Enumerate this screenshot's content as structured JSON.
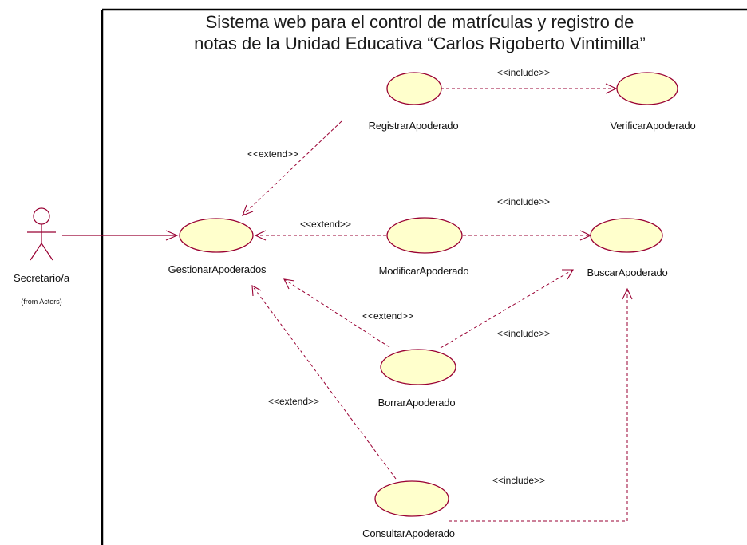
{
  "diagram": {
    "title_line1": "Sistema web para el control de matrículas y registro de",
    "title_line2": "notas de la Unidad Educativa “Carlos Rigoberto Vintimilla”",
    "actor": {
      "name": "Secretario/a",
      "origin": "(from Actors)"
    },
    "use_cases": {
      "gestionar": "GestionarApoderados",
      "registrar": "RegistrarApoderado",
      "verificar": "VerificarApoderado",
      "modificar": "ModificarApoderado",
      "buscar": "BuscarApoderado",
      "borrar": "BorrarApoderado",
      "consultar": "ConsultarApoderado"
    },
    "relations": {
      "extend_registrar": "<<extend>>",
      "extend_modificar": "<<extend>>",
      "extend_borrar": "<<extend>>",
      "extend_consultar": "<<extend>>",
      "include_verificar": "<<include>>",
      "include_modificar": "<<include>>",
      "include_borrar": "<<include>>",
      "include_consultar": "<<include>>"
    },
    "colors": {
      "usecase_fill": "#ffffcc",
      "line": "#990033",
      "frame": "#000000"
    }
  }
}
